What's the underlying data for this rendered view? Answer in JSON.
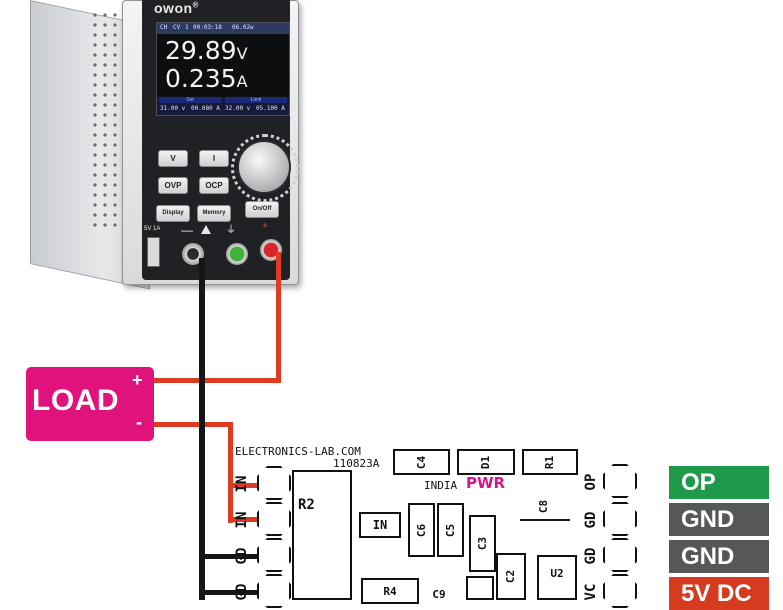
{
  "psu": {
    "brand": "owon",
    "brand_mark": "®",
    "status": {
      "mode": "CH",
      "cv": "CV",
      "one": "1",
      "time": "00:03:18",
      "power": "06.02w"
    },
    "voltage_value": "29.89",
    "voltage_unit": "V",
    "current_value": "0.235",
    "current_unit": "A",
    "set_label": "Set",
    "limit_label": "Limit",
    "set_voltage": "31.00 v",
    "set_current": "00.080 A",
    "limit_voltage": "32.00 v",
    "limit_current": "05.100 A",
    "buttons": {
      "v": "V",
      "i": "I",
      "ovp": "OVP",
      "ocp": "OCP",
      "display": "Display",
      "memory": "Memory",
      "onoff": "On/Off"
    },
    "usb_label": "5V 1A",
    "minus_label": "—",
    "plus_label": "+",
    "colors": {
      "positive_terminal": "#d8262b",
      "negative_terminal": "#2a2a2a",
      "ground_terminal": "#3fb23c"
    }
  },
  "load": {
    "label": "LOAD",
    "plus": "+",
    "minus": "-",
    "color": "#e0137c"
  },
  "wires": {
    "positive": "#dd3a22",
    "negative": "#161616"
  },
  "pcb": {
    "site": "ELECTRONICS-LAB.COM",
    "code": "110823A",
    "country": "INDIA",
    "pwr": "PWR",
    "components": {
      "c4": "C4",
      "d1": "D1",
      "r1": "R1",
      "c8": "C8",
      "r2": "R2",
      "in_chip": "IN",
      "c6": "C6",
      "c5": "C5",
      "c3": "C3",
      "c2": "C2",
      "u2": "U2",
      "r4": "R4",
      "c9": "C9"
    },
    "left_pins": [
      "IN",
      "IN",
      "GD",
      "GD"
    ],
    "right_pins": [
      "OP",
      "GD",
      "GD",
      "VC"
    ]
  },
  "tags": [
    {
      "label": "OP",
      "color": "#1f9a4a"
    },
    {
      "label": "GND",
      "color": "#555759"
    },
    {
      "label": "GND",
      "color": "#555759"
    },
    {
      "label": "5V DC",
      "color": "#d63b1f"
    }
  ]
}
